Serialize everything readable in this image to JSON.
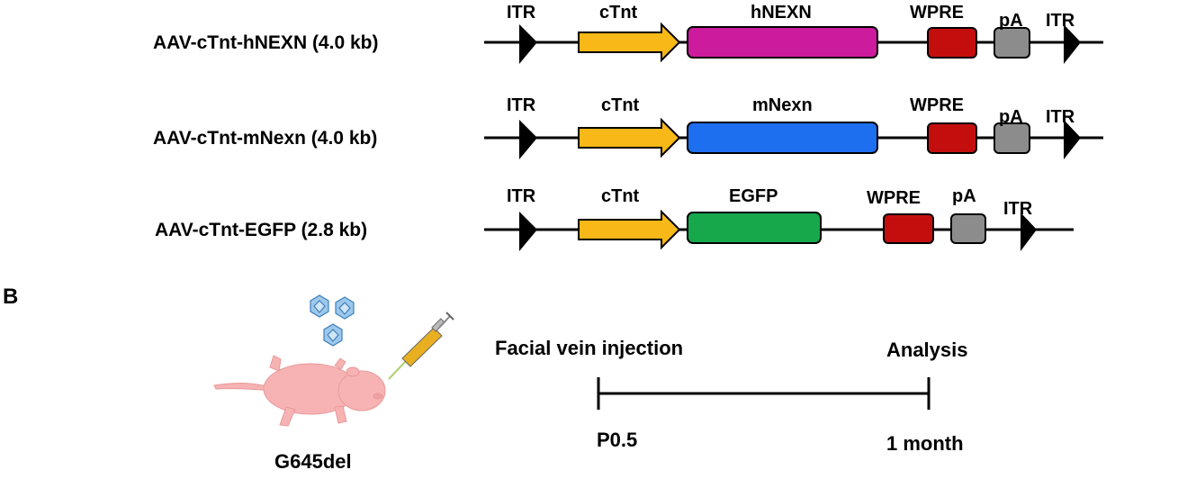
{
  "panel_b_label": "B",
  "constructs": [
    {
      "name": "AAV-cTnt-hNEXN (4.0 kb)",
      "elements": {
        "itr_left": "ITR",
        "promoter": "cTnt",
        "gene": "hNEXN",
        "wpre": "WPRE",
        "pa": "pA",
        "itr_right": "ITR"
      },
      "gene_color": "#cc1b9c"
    },
    {
      "name": "AAV-cTnt-mNexn (4.0 kb)",
      "elements": {
        "itr_left": "ITR",
        "promoter": "cTnt",
        "gene": "mNexn",
        "wpre": "WPRE",
        "pa": "pA",
        "itr_right": "ITR"
      },
      "gene_color": "#1e6ef0"
    },
    {
      "name": "AAV-cTnt-EGFP  (2.8 kb)",
      "elements": {
        "itr_left": "ITR",
        "promoter": "cTnt",
        "gene": "EGFP",
        "wpre": "WPRE",
        "pa": "pA",
        "itr_right": "ITR"
      },
      "gene_color": "#17a84c"
    }
  ],
  "colors": {
    "promoter": "#f7b818",
    "wpre": "#c40e0e",
    "pa": "#8c8c8c",
    "mouse": "#f7b3b3",
    "virus": "#6aa9dc",
    "syringe_liquid": "#e8b020"
  },
  "panel_b": {
    "mouse_label": "G645del",
    "timeline": {
      "start_event": "Facial vein injection",
      "end_event": "Analysis",
      "start_time": "P0.5",
      "end_time": "1 month"
    }
  }
}
